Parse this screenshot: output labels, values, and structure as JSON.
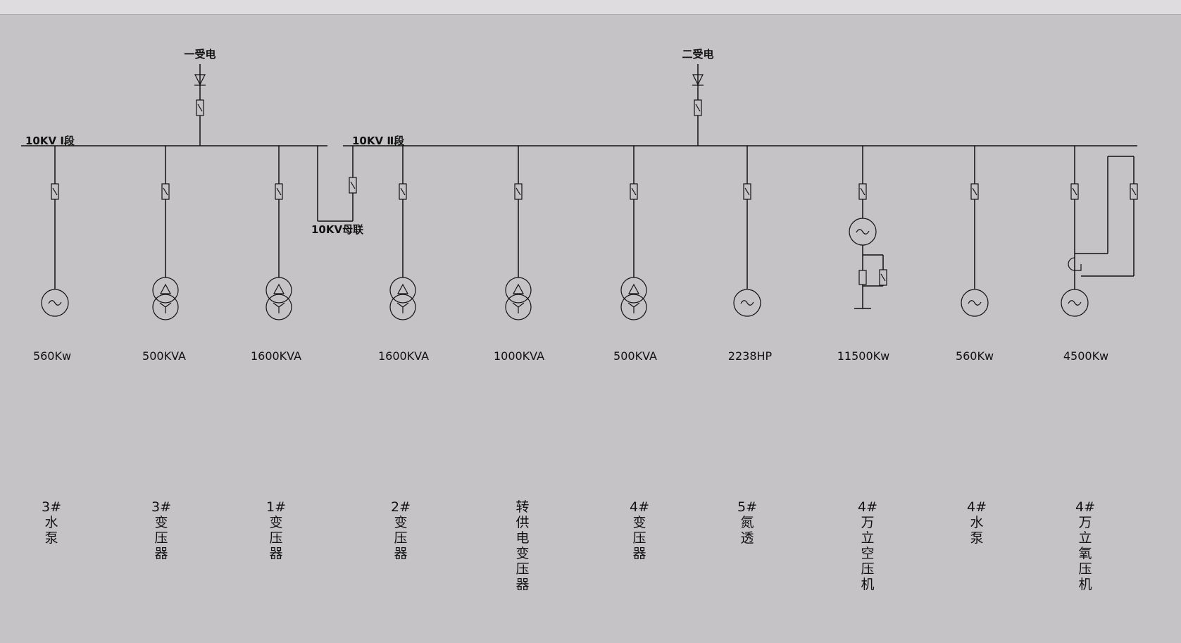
{
  "colors": {
    "background": "#c5c3c6",
    "line": "#111111",
    "topbar": "#dedcde"
  },
  "sources": [
    {
      "label": "一受电"
    },
    {
      "label": "二受电"
    }
  ],
  "buses": [
    {
      "label": "10KV  Ⅰ段"
    },
    {
      "label": "10KV  Ⅱ段"
    }
  ],
  "bus_tie": {
    "label": "10KV母联"
  },
  "feeders": [
    {
      "symbol": "generator-icon",
      "rating": "560Kw",
      "name_lines": [
        "3#",
        "水",
        "泵"
      ]
    },
    {
      "symbol": "transformer-icon",
      "rating": "500KVA",
      "name_lines": [
        "3#",
        "变",
        "压",
        "器"
      ]
    },
    {
      "symbol": "transformer-icon",
      "rating": "1600KVA",
      "name_lines": [
        "1#",
        "变",
        "压",
        "器"
      ]
    },
    {
      "symbol": "transformer-icon",
      "rating": "1600KVA",
      "name_lines": [
        "2#",
        "变",
        "压",
        "器"
      ]
    },
    {
      "symbol": "transformer-icon",
      "rating": "1000KVA",
      "name_lines": [
        "转",
        "供",
        "电",
        "变",
        "压",
        "器"
      ]
    },
    {
      "symbol": "transformer-icon",
      "rating": "500KVA",
      "name_lines": [
        "4#",
        "变",
        "压",
        "器"
      ]
    },
    {
      "symbol": "generator-icon",
      "rating": "2238HP",
      "name_lines": [
        "5#",
        "氮",
        "透"
      ]
    },
    {
      "symbol": "generator-icon",
      "rating": "11500Kw",
      "name_lines": [
        "4#",
        "万",
        "立",
        "空",
        "压",
        "机"
      ]
    },
    {
      "symbol": "generator-icon",
      "rating": "560Kw",
      "name_lines": [
        "4#",
        "水",
        "泵"
      ]
    },
    {
      "symbol": "generator-icon",
      "rating": "4500Kw",
      "name_lines": [
        "4#",
        "万",
        "立",
        "氧",
        "压",
        "机"
      ]
    }
  ]
}
